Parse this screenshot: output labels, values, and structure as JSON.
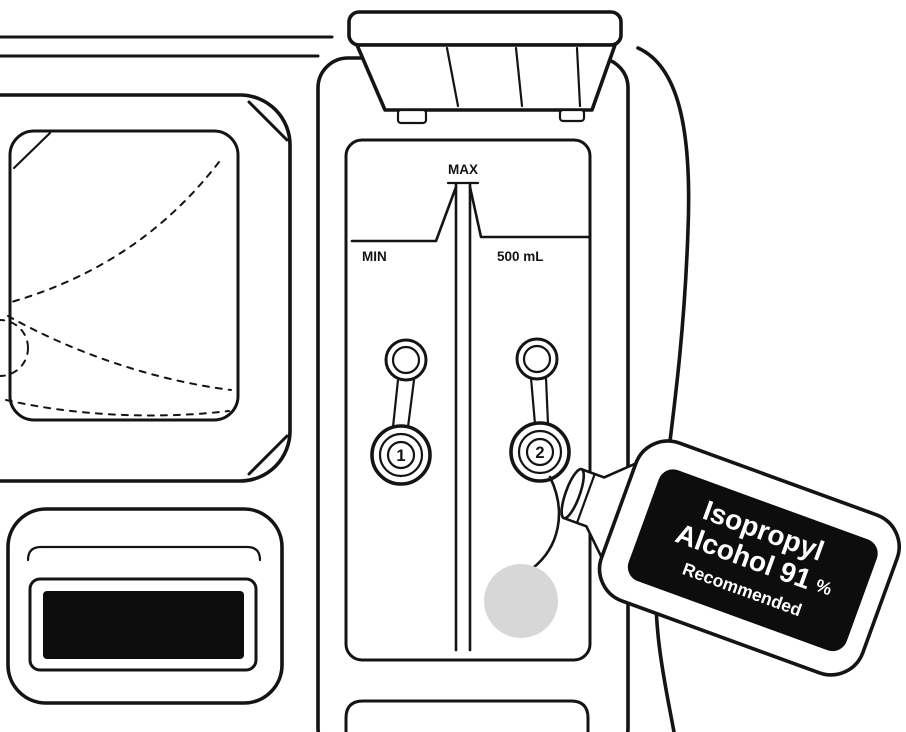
{
  "colors": {
    "background": "#ffffff",
    "stroke": "#141414",
    "liquid": "#d7d7d7",
    "label-bg": "#0d0d0d",
    "label-text": "#ffffff",
    "slot-fill": "#0d0d0d"
  },
  "reservoir": {
    "max_label": "MAX",
    "min_label": "MIN",
    "capacity_label": "500 mL",
    "ports": [
      {
        "number": "1"
      },
      {
        "number": "2"
      }
    ]
  },
  "bottle": {
    "label_line1": "Isopropyl",
    "label_line2": "Alcohol 91",
    "label_line2_suffix": "%",
    "label_line3": "Recommended"
  }
}
